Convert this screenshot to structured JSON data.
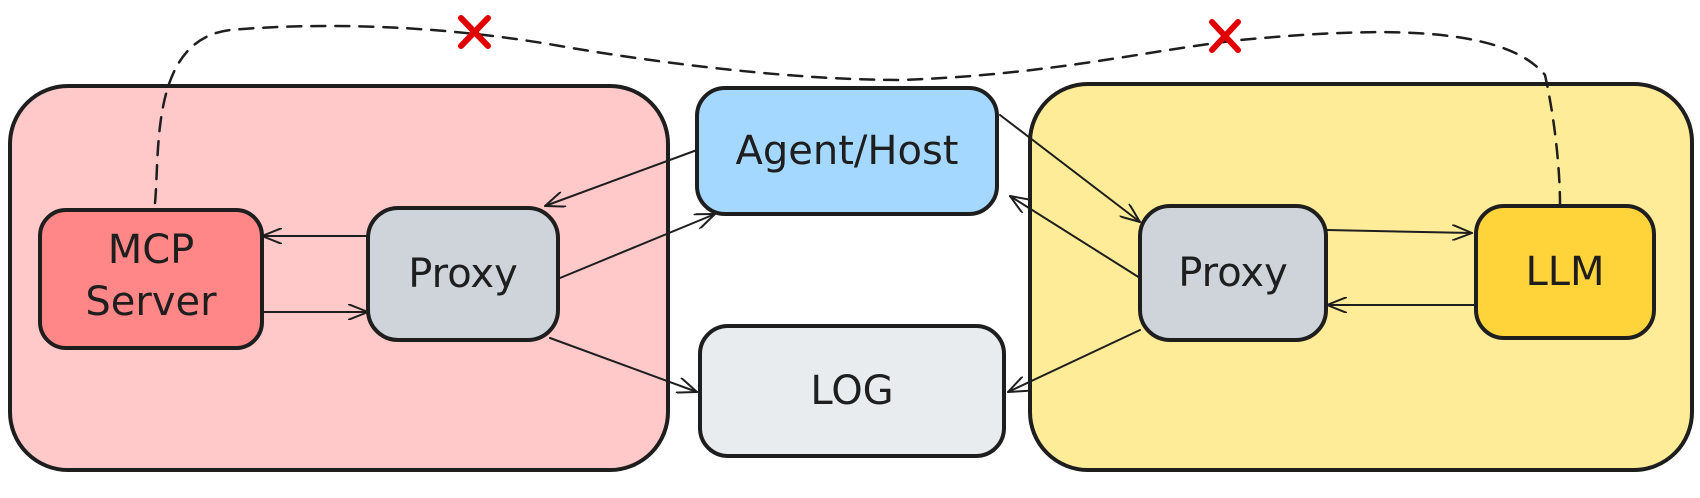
{
  "nodes": {
    "mcp_server": {
      "label_line1": "MCP",
      "label_line2": "Server"
    },
    "proxy_left": {
      "label": "Proxy"
    },
    "agent_host": {
      "label": "Agent/Host"
    },
    "log": {
      "label": "LOG"
    },
    "proxy_right": {
      "label": "Proxy"
    },
    "llm": {
      "label": "LLM"
    }
  },
  "colors": {
    "left_group_fill": "#ffc9c9",
    "right_group_fill": "#ffec99",
    "mcp_server_fill": "#ff8787",
    "proxy_fill": "#ced4da",
    "agent_host_fill": "#a5d8ff",
    "log_fill": "#e9ecef",
    "llm_fill": "#ffd43b",
    "stroke": "#1e1e1e",
    "blocked_mark": "#e00000"
  }
}
